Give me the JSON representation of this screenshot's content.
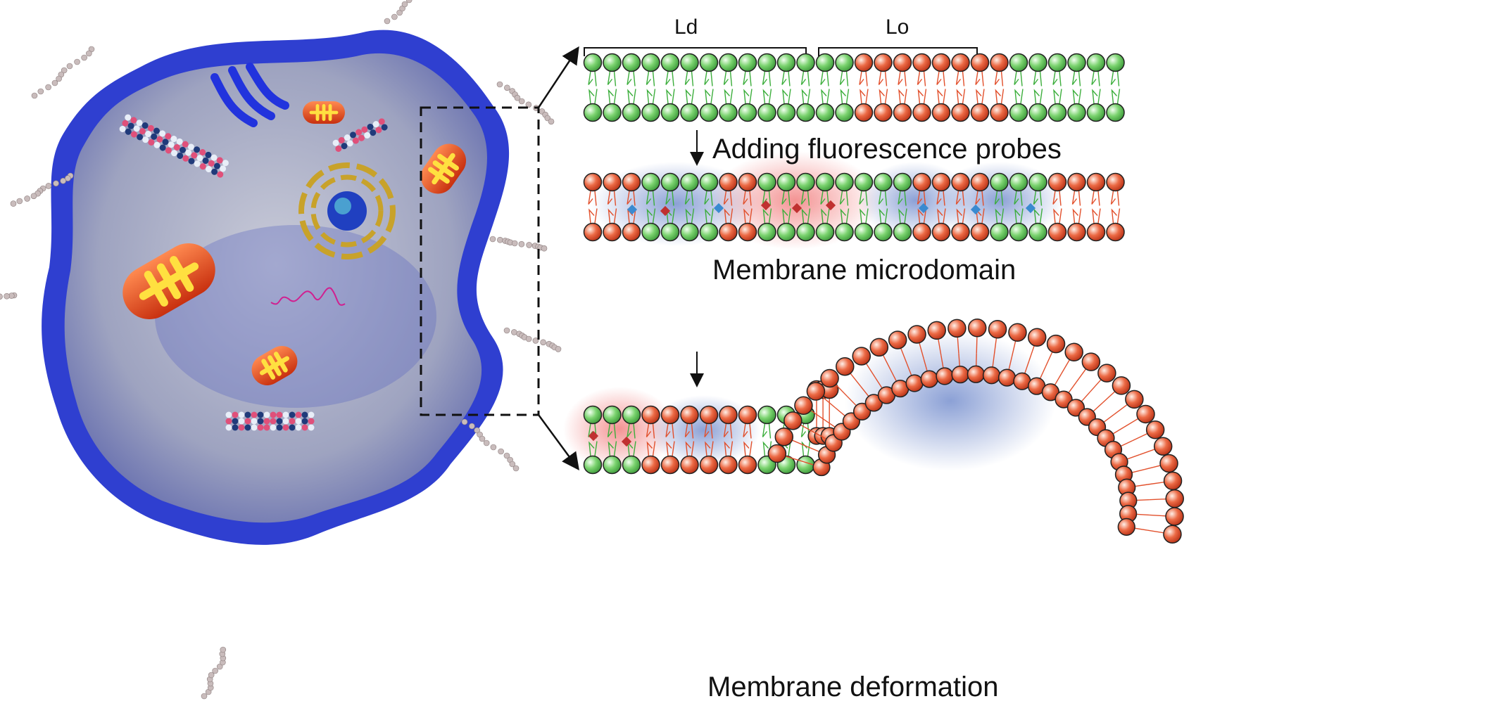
{
  "labels": {
    "ld": "Ld",
    "lo": "Lo",
    "step1": "Adding fluorescence probes",
    "step2": "Membrane microdomain",
    "step3": "Membrane deformation"
  },
  "membrane_rows": {
    "top": [
      "G",
      "G",
      "G",
      "G",
      "G",
      "G",
      "G",
      "G",
      "G",
      "G",
      "G",
      "G",
      "G",
      "G",
      "R",
      "R",
      "R",
      "R",
      "R",
      "R",
      "R",
      "R",
      "G",
      "G",
      "G",
      "G",
      "G",
      "G"
    ],
    "middle": [
      "R",
      "R",
      "R",
      "G",
      "G",
      "G",
      "G",
      "R",
      "R",
      "G",
      "G",
      "G",
      "G",
      "G",
      "G",
      "G",
      "G",
      "R",
      "R",
      "R",
      "R",
      "G",
      "G",
      "G",
      "R",
      "R",
      "R",
      "R"
    ]
  },
  "colors": {
    "cell_membrane": "#2f3fd0",
    "lipid_green": "#5cc25c",
    "lipid_red": "#e2502c",
    "probe_red_glow": "#f08080",
    "probe_blue_glow": "#6b86c9"
  }
}
